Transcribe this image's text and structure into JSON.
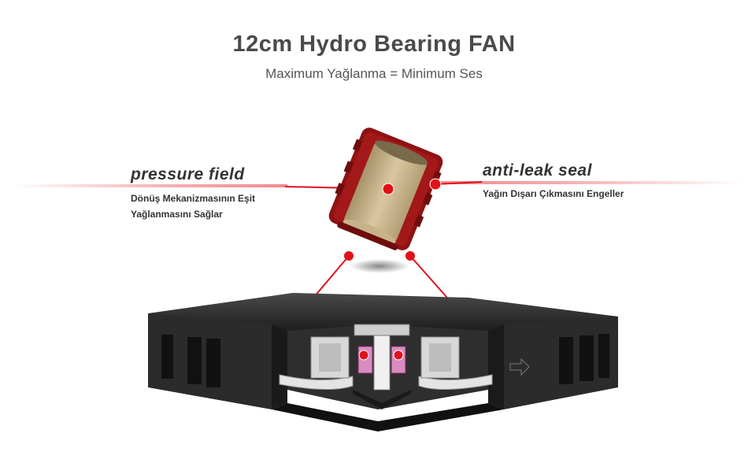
{
  "header": {
    "title": "12cm Hydro Bearing FAN",
    "subtitle": "Maximum Yağlanma = Minimum Ses"
  },
  "callouts": {
    "left": {
      "heading": "pressure field",
      "description_line1": "Dönüş Mekanizmasının Eşit",
      "description_line2": "Yağlanmasını Sağlar"
    },
    "right": {
      "heading": "anti-leak seal",
      "description": "Yağın Dışarı Çıkmasını Engeller"
    }
  },
  "colors": {
    "accent_red": "#e0121a",
    "bearing_red": "#8e1212",
    "bearing_tan": "#cdb88f",
    "fan_frame": "#2a2a2a"
  }
}
